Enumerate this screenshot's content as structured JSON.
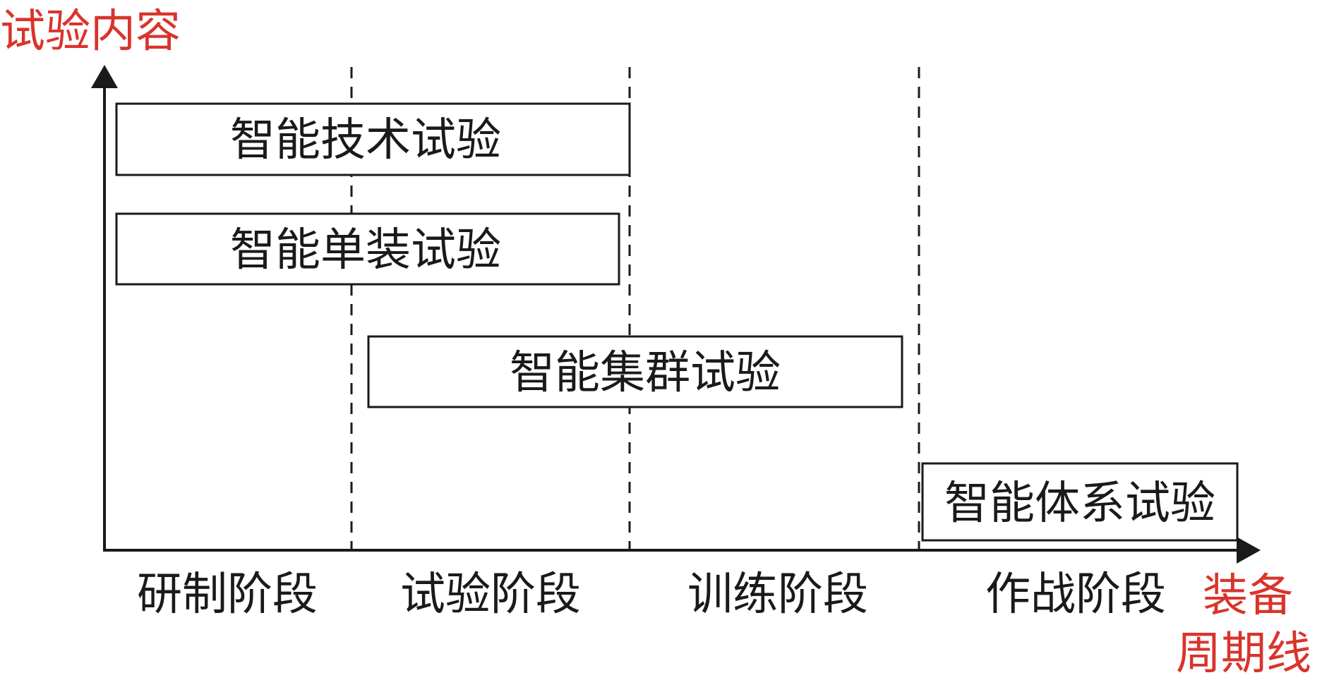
{
  "y_axis_label": "试验内容",
  "x_axis_label_line1": "装备",
  "x_axis_label_line2": "周期线",
  "stages": [
    {
      "label": "研制阶段"
    },
    {
      "label": "试验阶段"
    },
    {
      "label": "训练阶段"
    },
    {
      "label": "作战阶段"
    }
  ],
  "tests": [
    {
      "label": "智能技术试验"
    },
    {
      "label": "智能单装试验"
    },
    {
      "label": "智能集群试验"
    },
    {
      "label": "智能体系试验"
    }
  ],
  "colors": {
    "line": "#1a1a1a",
    "text": "#1a1a1a",
    "accent": "#d9342b"
  }
}
